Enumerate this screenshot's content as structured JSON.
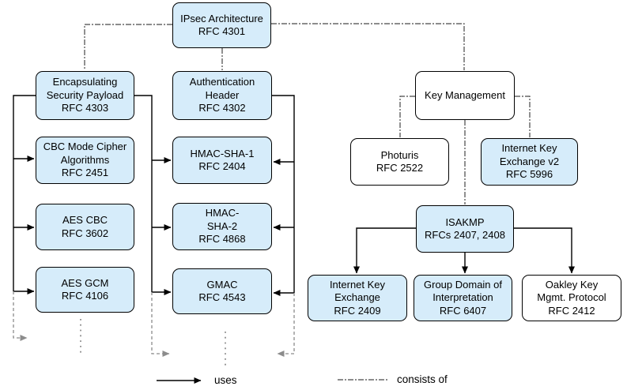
{
  "nodes": {
    "ipsec": {
      "label": "IPsec Architecture\nRFC 4301"
    },
    "esp": {
      "label": "Encapsulating\nSecurity Payload\nRFC 4303"
    },
    "ah": {
      "label": "Authentication\nHeader\nRFC 4302"
    },
    "key_management": {
      "label": "Key Management"
    },
    "cbc_mode": {
      "label": "CBC Mode Cipher\nAlgorithms\nRFC 2451"
    },
    "hmac_sha1": {
      "label": "HMAC-SHA-1\nRFC 2404"
    },
    "photuris": {
      "label": "Photuris\nRFC 2522"
    },
    "ikev2": {
      "label": "Internet Key\nExchange v2\nRFC 5996"
    },
    "aes_cbc": {
      "label": "AES CBC\nRFC 3602"
    },
    "hmac_sha2": {
      "label": "HMAC-\nSHA-2\nRFC 4868"
    },
    "isakmp": {
      "label": "ISAKMP\nRFCs 2407, 2408"
    },
    "aes_gcm": {
      "label": "AES GCM\nRFC 4106"
    },
    "gmac": {
      "label": "GMAC\nRFC 4543"
    },
    "ike": {
      "label": "Internet Key\nExchange\nRFC 2409"
    },
    "gdoi": {
      "label": "Group Domain of\nInterpretation\nRFC 6407"
    },
    "oakley": {
      "label": "Oakley Key\nMgmt. Protocol\nRFC 2412"
    }
  },
  "legend": {
    "uses": "uses",
    "consists_of": "consists of"
  },
  "colors": {
    "node_fill_blue": "#d6ecfa",
    "node_fill_white": "#ffffff",
    "node_border": "#000000",
    "uses_line": "#000000",
    "consists_line": "#474747",
    "continuation_line": "#8c8c8c"
  }
}
